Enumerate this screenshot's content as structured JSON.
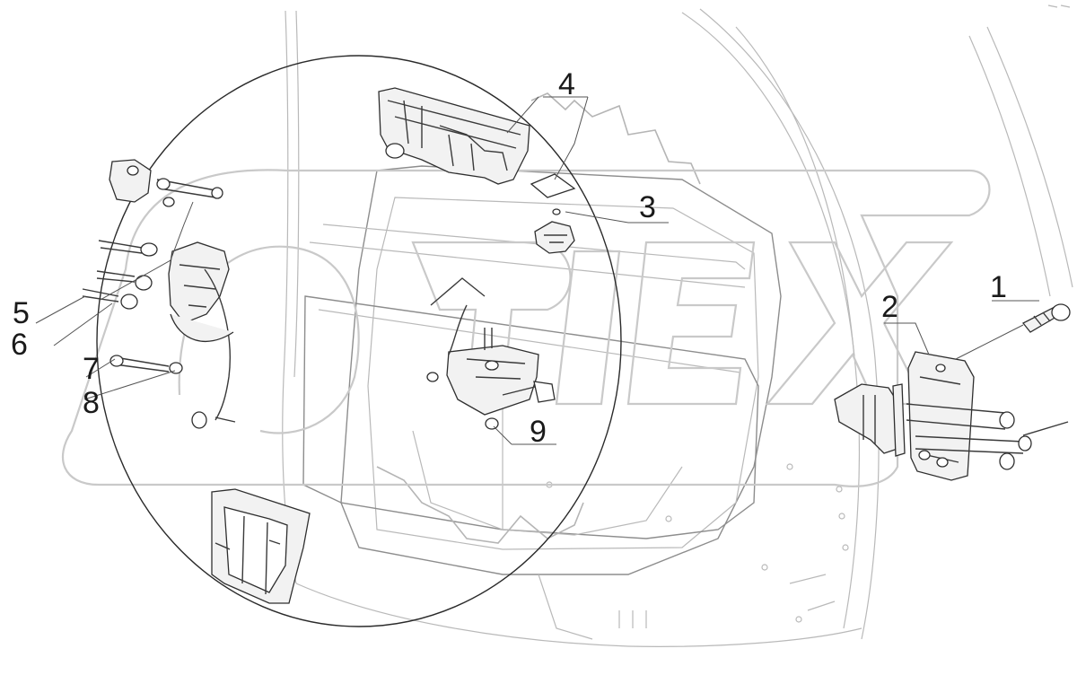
{
  "diagram": {
    "callouts": [
      {
        "id": "1",
        "label": "1"
      },
      {
        "id": "2",
        "label": "2"
      },
      {
        "id": "3",
        "label": "3"
      },
      {
        "id": "4",
        "label": "4"
      },
      {
        "id": "5",
        "label": "5"
      },
      {
        "id": "6",
        "label": "6"
      },
      {
        "id": "7",
        "label": "7"
      },
      {
        "id": "8",
        "label": "8"
      },
      {
        "id": "9",
        "label": "9"
      }
    ],
    "watermark": "ORIEX"
  }
}
